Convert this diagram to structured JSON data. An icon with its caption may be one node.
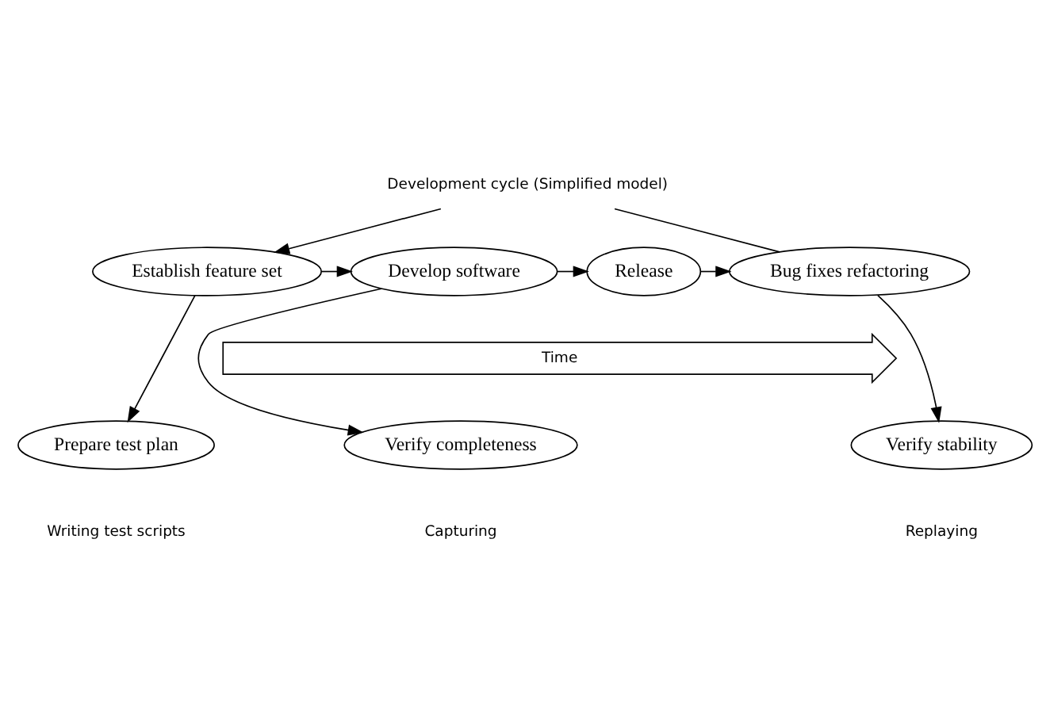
{
  "diagram": {
    "nodes": [
      {
        "text": [
          "Development cycle (Simplified model)"
        ]
      },
      {
        "text": [
          "Establish feature set"
        ]
      },
      {
        "text": [
          "Develop software"
        ]
      },
      {
        "text": [
          "Release"
        ]
      },
      {
        "text": [
          "Bug fixes refactoring"
        ]
      },
      {
        "text": [
          "Time"
        ]
      },
      {
        "text": [
          "Prepare test plan"
        ]
      },
      {
        "text": [
          "Verify completeness"
        ]
      },
      {
        "text": [
          "Verify stability"
        ]
      }
    ],
    "edges": [
      {
        "from": 0,
        "to": 1,
        "arrow": "to"
      },
      {
        "from": 0,
        "to": 4,
        "arrow": "none"
      },
      {
        "from": 1,
        "to": 2,
        "arrow": "to"
      },
      {
        "from": 2,
        "to": 3,
        "arrow": "to"
      },
      {
        "from": 3,
        "to": 4,
        "arrow": "to"
      },
      {
        "from": 1,
        "to": 6,
        "arrow": "to"
      },
      {
        "from": 2,
        "to": 7,
        "arrow": "to"
      },
      {
        "from": 4,
        "to": 8,
        "arrow": "to"
      }
    ],
    "labels": [
      "Writing test scripts",
      "Capturing",
      "Replaying"
    ]
  }
}
